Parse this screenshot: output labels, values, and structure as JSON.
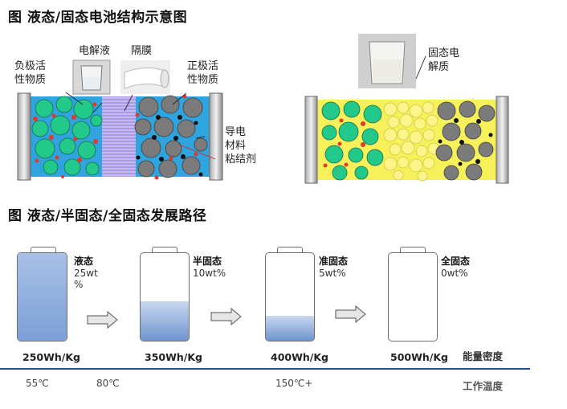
{
  "top": {
    "title": "图 液态/固态电池结构示意图",
    "liquid": {
      "anode_material": [
        "负极活",
        "性物质"
      ],
      "electrolyte": "电解液",
      "separator": "隔膜",
      "cathode_material": [
        "正极活",
        "性物质"
      ],
      "conductive": [
        "导电",
        "材料"
      ],
      "binder": "粘结剂"
    },
    "solid": {
      "electrolyte": [
        "固态电",
        "解质"
      ]
    }
  },
  "bottom": {
    "title": "图 液态/半固态/全固态发展路径",
    "stages": [
      {
        "name": "液态",
        "pct_lines": [
          "25wt",
          "%"
        ],
        "energy": "250Wh/Kg",
        "fill_fraction": 1.0
      },
      {
        "name": "半固态",
        "pct_lines": [
          "10wt%"
        ],
        "energy": "350Wh/Kg",
        "fill_fraction": 0.45
      },
      {
        "name": "准固态",
        "pct_lines": [
          "5wt%"
        ],
        "energy": "400Wh/Kg",
        "fill_fraction": 0.28
      },
      {
        "name": "全固态",
        "pct_lines": [
          "0wt%"
        ],
        "energy": "500Wh/Kg",
        "fill_fraction": 0.0
      }
    ],
    "energy_axis_title": "能量密度",
    "temps": [
      "55℃",
      "80℃",
      "150℃+"
    ],
    "temp_axis_title": "工作温度"
  },
  "colors": {
    "liquid_blue": "#2fa4df",
    "particle_green": "#22c98a",
    "particle_gray": "#7b7b7b",
    "solid_yellow": "#f6f05a",
    "battery_fill": "#6e94cf",
    "axis_line": "#1f4e9b"
  }
}
